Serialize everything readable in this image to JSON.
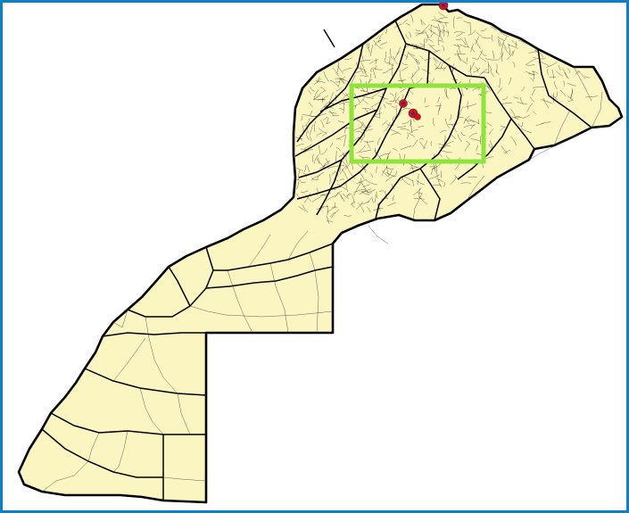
{
  "map": {
    "colors": {
      "frame": "#0b7fc7",
      "land": "#fbf6c1",
      "boundary": "#000000",
      "highlight": "#8fe43c",
      "marker": "#d4141b",
      "marker_center": "#1d2fa8"
    },
    "highlight_box": {
      "label": ""
    },
    "markers": [
      {
        "name": "marker-north"
      },
      {
        "name": "marker-west"
      },
      {
        "name": "marker-east"
      }
    ]
  }
}
